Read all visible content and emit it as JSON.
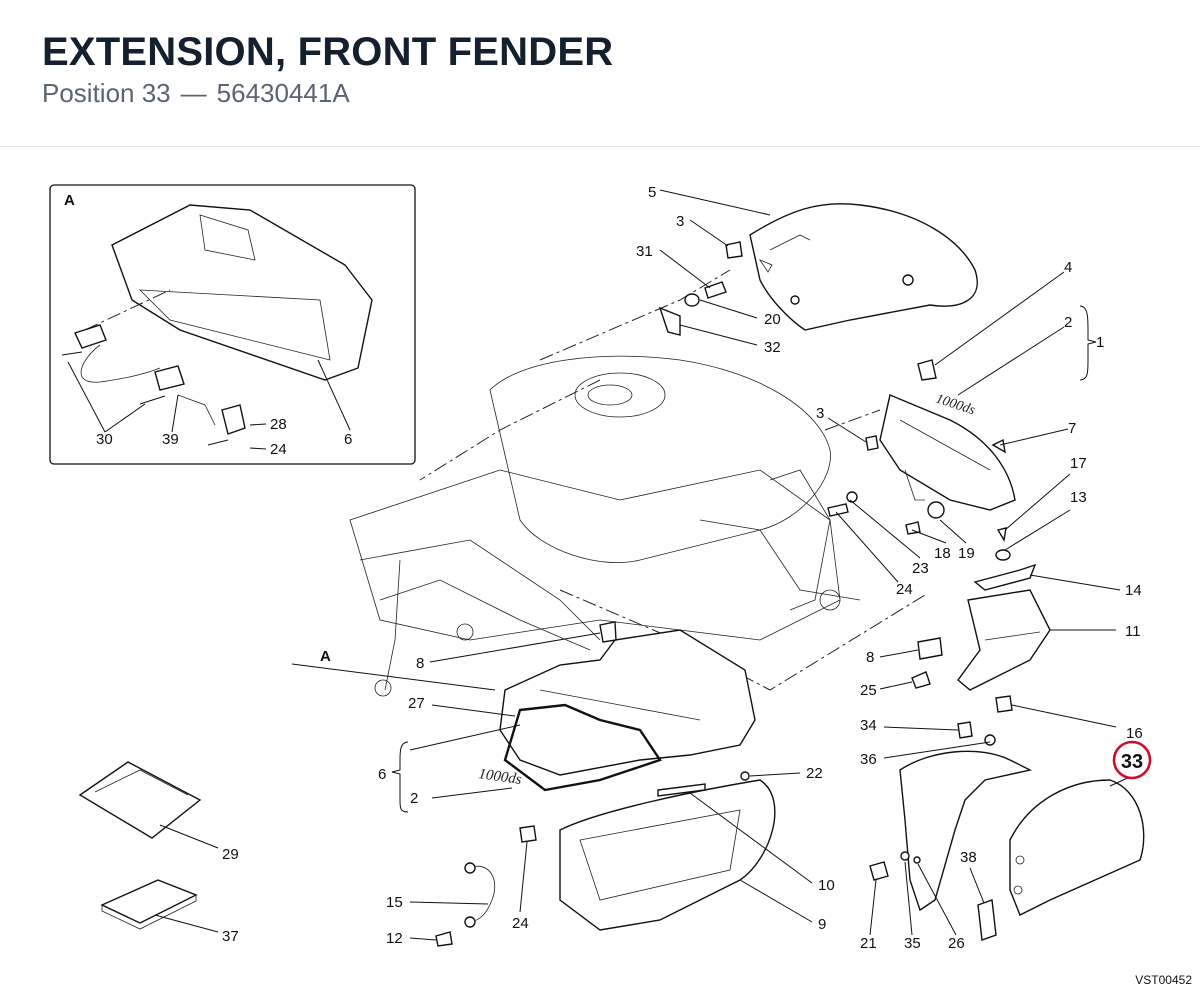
{
  "header": {
    "title": "EXTENSION, FRONT FENDER",
    "position_label": "Position 33",
    "separator": "—",
    "part_number": "56430441A"
  },
  "inset": {
    "label": "A"
  },
  "arrow_label": "A",
  "highlight": {
    "label": "33",
    "color": "#c8102e"
  },
  "labels": {
    "l1": "1",
    "l2a": "2",
    "l2b": "2",
    "l3a": "3",
    "l3b": "3",
    "l4": "4",
    "l5": "5",
    "l6a": "6",
    "l6b": "6",
    "l7": "7",
    "l8a": "8",
    "l8b": "8",
    "l9": "9",
    "l10": "10",
    "l11": "11",
    "l12": "12",
    "l13": "13",
    "l14": "14",
    "l15": "15",
    "l16": "16",
    "l17": "17",
    "l18": "18",
    "l19": "19",
    "l20": "20",
    "l21": "21",
    "l22": "22",
    "l23": "23",
    "l24a": "24",
    "l24b": "24",
    "l24c": "24",
    "l25": "25",
    "l26": "26",
    "l27": "27",
    "l28": "28",
    "l29": "29",
    "l30": "30",
    "l31": "31",
    "l32": "32",
    "l34": "34",
    "l35": "35",
    "l36": "36",
    "l37": "37",
    "l38": "38",
    "l39": "39"
  },
  "gasket_text": "1000ds",
  "drawing_code": "VST00452"
}
